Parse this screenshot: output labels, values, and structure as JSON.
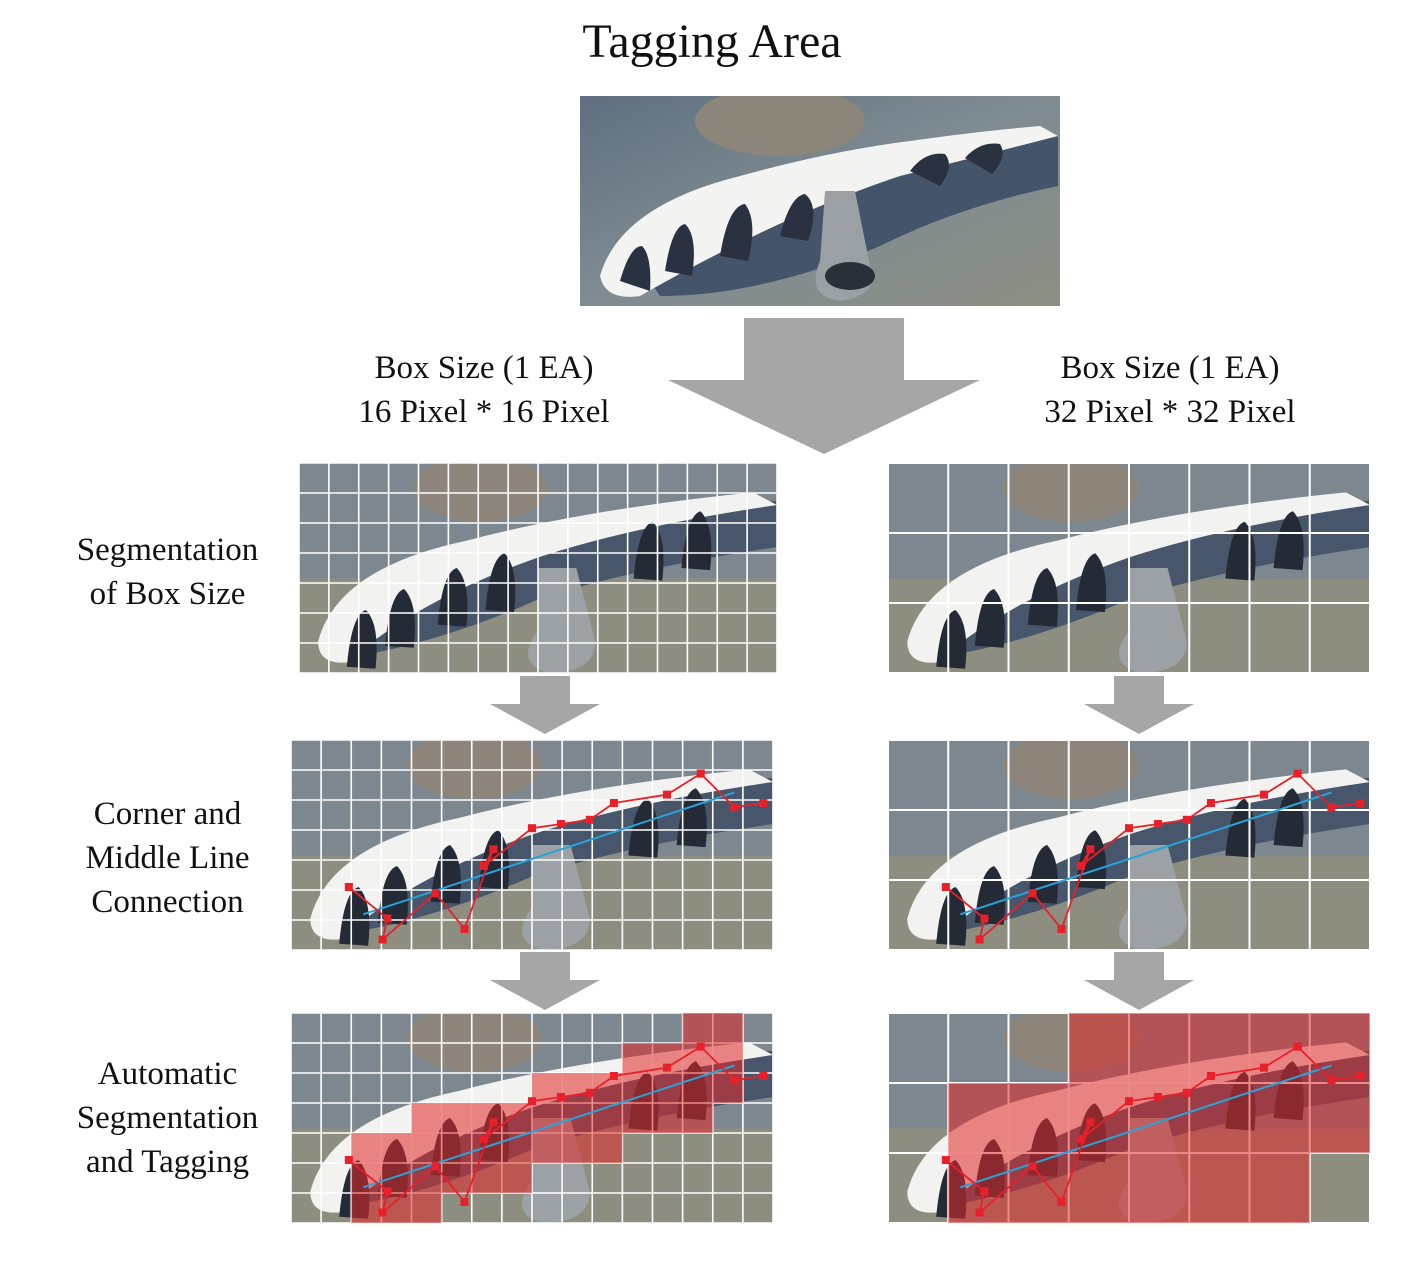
{
  "title": "Tagging Area",
  "columns": [
    {
      "id": "c16",
      "header": "Box Size (1 EA)\n16 Pixel * 16 Pixel",
      "grid_divisions": 16
    },
    {
      "id": "c32",
      "header": "Box Size (1 EA)\n32 Pixel * 32 Pixel",
      "grid_divisions": 8
    }
  ],
  "rows": [
    {
      "label": "Segmentation\nof Box Size"
    },
    {
      "label": "Corner and\nMiddle Line\nConnection"
    },
    {
      "label": "Automatic\nSegmentation\nand Tagging"
    }
  ],
  "colors": {
    "arrow": "#a6a6a6",
    "grid": "#ffffff",
    "corner_points": "#e8202a",
    "middle_line": "#29a3d8",
    "tag_fill": "#e02828"
  }
}
